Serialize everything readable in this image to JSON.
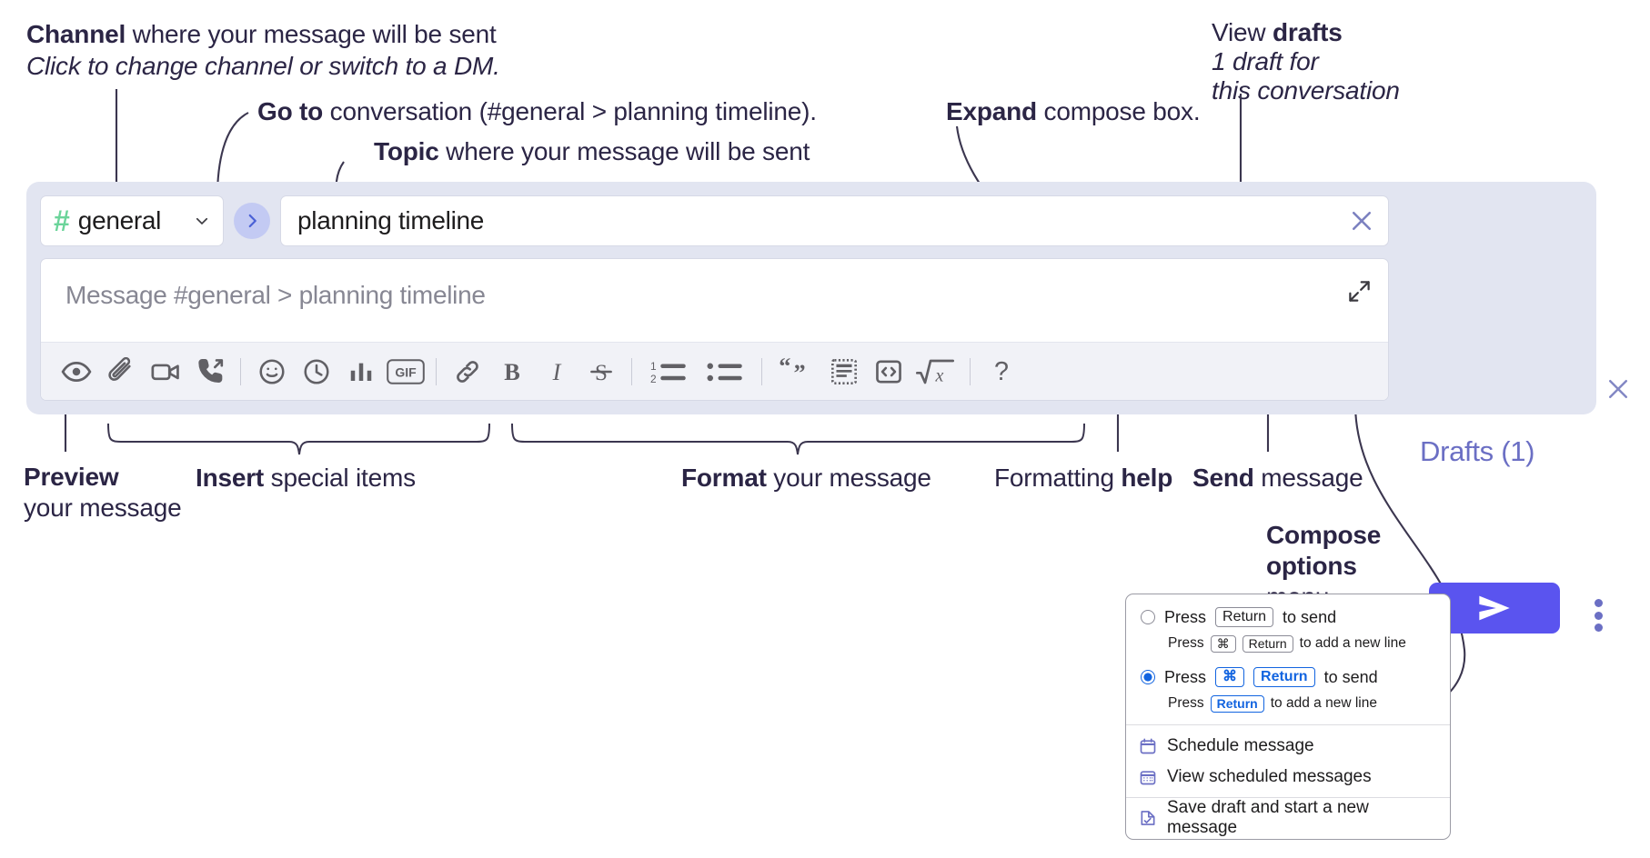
{
  "annotations": {
    "channel": {
      "title_bold": "Channel",
      "title_rest": " where your message will be sent",
      "sub": "Click to change channel or switch to a DM."
    },
    "goto": {
      "bold": "Go to",
      "rest": " conversation (#general > planning timeline)."
    },
    "topic": {
      "bold": "Topic",
      "rest": " where your message will be sent"
    },
    "expand": {
      "bold": "Expand",
      "rest": " compose box."
    },
    "drafts": {
      "line1_rest": "View ",
      "line1_bold": "drafts",
      "line2": "1 draft for",
      "line3": "this conversation"
    },
    "preview": {
      "bold": "Preview",
      "rest": "your message"
    },
    "insert": {
      "bold": "Insert",
      "rest": " special items"
    },
    "format": {
      "bold": "Format",
      "rest": " your message"
    },
    "help": {
      "rest": "Formatting ",
      "bold": "help"
    },
    "send": {
      "bold": "Send",
      "rest": " message"
    },
    "compose_options": {
      "line1": "Compose",
      "line2": "options",
      "line3": "menu"
    }
  },
  "compose": {
    "channel": {
      "hash": "#",
      "name": "general",
      "chevron_icon": "chevron-down-icon"
    },
    "goto_button": {
      "icon": "chevron-right-icon"
    },
    "topic": {
      "value": "planning timeline",
      "clear_icon": "close-icon"
    },
    "message": {
      "placeholder": "Message #general > planning timeline",
      "value": ""
    },
    "expand_icon": "expand-arrows-icon",
    "panel_close_icon": "close-icon",
    "drafts_label": "Drafts (1)",
    "send_icon": "paper-plane-icon",
    "kebab_icon": "more-vertical-icon",
    "toolbar": {
      "insert_group": [
        {
          "name": "preview-button",
          "icon": "eye-icon",
          "label": "Preview"
        },
        {
          "name": "attach-button",
          "icon": "paperclip-icon",
          "label": "Attach file"
        },
        {
          "name": "video-button",
          "icon": "video-camera-icon",
          "label": "Record video clip"
        },
        {
          "name": "audio-button",
          "icon": "phone-up-icon",
          "label": "Record audio clip"
        }
      ],
      "special_group": [
        {
          "name": "emoji-button",
          "icon": "smiley-icon",
          "label": "Emoji"
        },
        {
          "name": "schedule-button",
          "icon": "clock-icon",
          "label": "Schedule"
        },
        {
          "name": "poll-button",
          "icon": "bar-chart-icon",
          "label": "Poll"
        },
        {
          "name": "gif-button",
          "icon": "gif-icon",
          "label": "GIF"
        }
      ],
      "format_group_a": [
        {
          "name": "link-button",
          "icon": "link-icon",
          "label": "Link"
        },
        {
          "name": "bold-button",
          "icon": "bold-icon",
          "label": "B"
        },
        {
          "name": "italic-button",
          "icon": "italic-icon",
          "label": "I"
        },
        {
          "name": "strikethrough-button",
          "icon": "strikethrough-icon",
          "label": "S"
        }
      ],
      "format_group_b": [
        {
          "name": "ordered-list-button",
          "icon": "ordered-list-icon",
          "label": "Ordered list"
        },
        {
          "name": "bulleted-list-button",
          "icon": "bulleted-list-icon",
          "label": "Bulleted list"
        }
      ],
      "format_group_c": [
        {
          "name": "blockquote-button",
          "icon": "quote-icon",
          "label": "Blockquote"
        },
        {
          "name": "code-button",
          "icon": "code-block-icon",
          "label": "Code"
        },
        {
          "name": "code-block-button",
          "icon": "code-brackets-icon",
          "label": "Code block"
        },
        {
          "name": "math-button",
          "icon": "square-root-x-icon",
          "label": "Math"
        }
      ],
      "help_button": {
        "name": "formatting-help-button",
        "icon": "question-mark-icon",
        "label": "?"
      }
    }
  },
  "options_menu": {
    "option1": {
      "selected": false,
      "press": "Press",
      "key": "Return",
      "suffix": "to send",
      "sub_press": "Press",
      "sub_key1": "⌘",
      "sub_key2": "Return",
      "sub_suffix": "to add a new line"
    },
    "option2": {
      "selected": true,
      "press": "Press",
      "key1": "⌘",
      "key2": "Return",
      "suffix": "to send",
      "sub_press": "Press",
      "sub_key": "Return",
      "sub_suffix": "to add a new line"
    },
    "items": [
      {
        "label": "Schedule message",
        "icon": "calendar-icon"
      },
      {
        "label": "View scheduled messages",
        "icon": "calendar-grid-icon"
      },
      {
        "label": "Save draft and start a new message",
        "icon": "save-draft-icon"
      }
    ]
  },
  "colors": {
    "panel_bg": "#e2e5f1",
    "accent_purple": "#5a54ef",
    "drafts_text": "#6b6fc4",
    "channel_hash_green": "#6bd49a",
    "radio_blue": "#1264e0",
    "annotation_text": "#2b2545"
  }
}
